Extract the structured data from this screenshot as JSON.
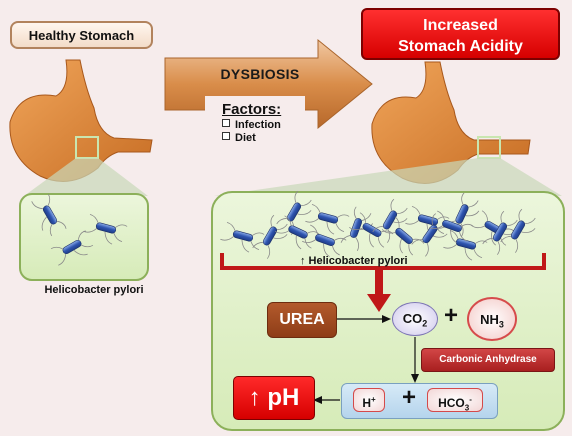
{
  "healthy_label": "Healthy Stomach",
  "increased_line1": "Increased",
  "increased_line2": "Stomach Acidity",
  "dysbiosis_label": "DYSBIOSIS",
  "factors": {
    "heading": "Factors:",
    "items": [
      "Infection",
      "Diet"
    ]
  },
  "hp_left_label": "Helicobacter pylori",
  "hp_right_label": "↑ Helicobacter pylori",
  "urea_label": "UREA",
  "co2_label": "CO",
  "co2_sub": "2",
  "nh3_label": "NH",
  "nh3_sub": "3",
  "enzyme_label": "Carbonic Anhydrase",
  "ph_label": "↑ pH",
  "h_label": "H",
  "h_sup": "+",
  "hco3_label": "HCO",
  "hco3_sub": "3",
  "hco3_sup": "-",
  "plus_sign": "+",
  "colors": {
    "panel_fill": "#dff0c8",
    "panel_border": "#8cb05a",
    "stomach": "#dd8a3c",
    "arrow": "#c87e43",
    "red_arrow": "#c01818",
    "bacteria": "#3f5fb4"
  }
}
